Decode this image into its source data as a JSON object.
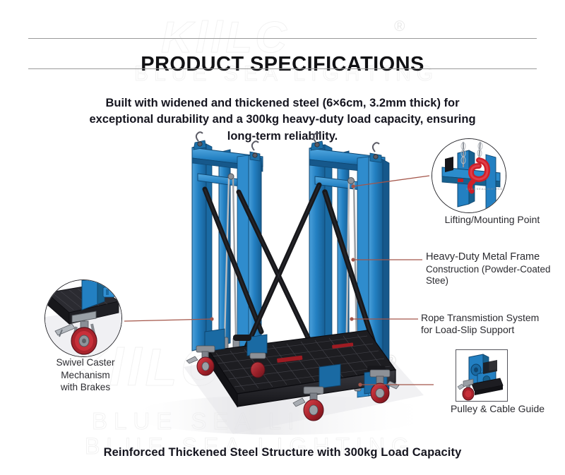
{
  "header": {
    "title": "PRODUCT SPECIFICATIONS",
    "subtitle": "Built with widened and thickened steel (6×6cm, 3.2mm thick) for exceptional durability and a 300kg heavy-duty load capacity, ensuring long-term reliability."
  },
  "footer": {
    "caption": "Reinforced Thickened Steel Structure with 300kg Load Capacity"
  },
  "watermark": {
    "logo": "KllLC",
    "registered": "®",
    "brand": "BLUE SEA LIGHTING",
    "brand_part1": "BLUE SEA LI",
    "brand_part2": "BLUE SEA LIGHTING"
  },
  "callouts": [
    {
      "id": "lifting-mounting-point",
      "label": "Lifting/Mounting Point",
      "line1": "Lifting/Mounting Point",
      "line2": "",
      "inset": "circle",
      "inset_subject": "blue frame corner with chain and red S-hook"
    },
    {
      "id": "heavy-duty-metal-frame",
      "label": "Heavy-Duty Metal Frame Construction (Powder-Coated Stee)",
      "line1": "Heavy-Duty Metal Frame",
      "line2": "Construction (Powder-Coated Stee)",
      "inset": "none",
      "inset_subject": ""
    },
    {
      "id": "rope-transmission-system",
      "label": "Rope Transmistion System for Load-Slip Support",
      "line1": "Rope Transmistion System",
      "line2": "for Load-Slip Support",
      "inset": "none",
      "inset_subject": ""
    },
    {
      "id": "pulley-cable-guide",
      "label": "Pulley & Cable Guide",
      "line1": "Pulley & Cable Guide",
      "line2": "",
      "inset": "square",
      "inset_subject": "blue pulley bracket with red caster wheel"
    },
    {
      "id": "swivel-caster-mechanism",
      "label": "Swivel Caster Mechanism with Brakes",
      "line1": "Swivel Caster",
      "line2": "Mechanism",
      "line3": "with Brakes",
      "inset": "circle",
      "inset_subject": "black deck corner with red swivel caster and brake lever"
    }
  ],
  "product": {
    "name": "Reinforced steel panel transport cart",
    "frame_color": "#2380c2",
    "frame_dark": "#14537f",
    "frame_light": "#4ba0db",
    "deck_color": "#26262a",
    "wheel_color": "#b2232a",
    "rope_color": "#b9bcc0",
    "strap_color": "#1c1c1f"
  },
  "colors": {
    "title_text": "#111114",
    "body_text": "#15151f",
    "callout_text": "#2b2b30",
    "rule": "#9a9a9a",
    "leader_line": "#a4564a",
    "leader_dot": "#a4564a",
    "background": "#ffffff",
    "accent_blue": "#2380c2",
    "accent_red": "#b2232a"
  }
}
